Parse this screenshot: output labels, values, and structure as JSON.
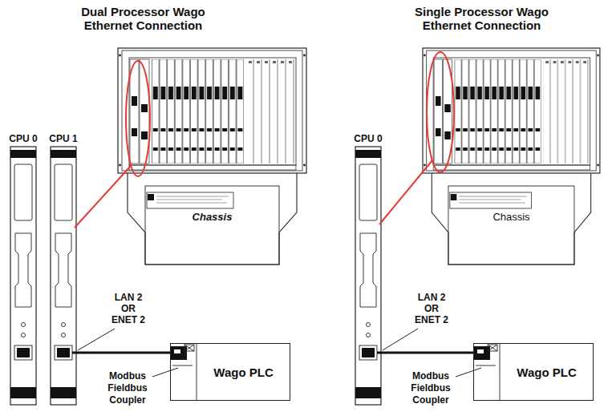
{
  "diagram": {
    "nodes": [
      {
        "text": [
          "CPU 0"
        ]
      },
      {
        "text": [
          "CPU 1"
        ]
      },
      {
        "text": [
          "Chassis"
        ]
      },
      {
        "text": [
          "Wago PLC"
        ]
      },
      {
        "text": [
          "CPU 0"
        ]
      },
      {
        "text": [
          "Chassis"
        ]
      },
      {
        "text": [
          "Wago PLC"
        ]
      }
    ],
    "edges": [
      {
        "from": 1,
        "to": 3,
        "arrow": "none"
      },
      {
        "from": 4,
        "to": 6,
        "arrow": "none"
      }
    ],
    "labels": [
      "Dual Processor Wago Ethernet Connection",
      "LAN 2 OR ENET 2",
      "Modbus Fieldbus Coupler",
      "Single Processor Wago Ethernet Connection",
      "LAN 2 OR ENET 2",
      "Modbus Fieldbus Coupler"
    ]
  }
}
